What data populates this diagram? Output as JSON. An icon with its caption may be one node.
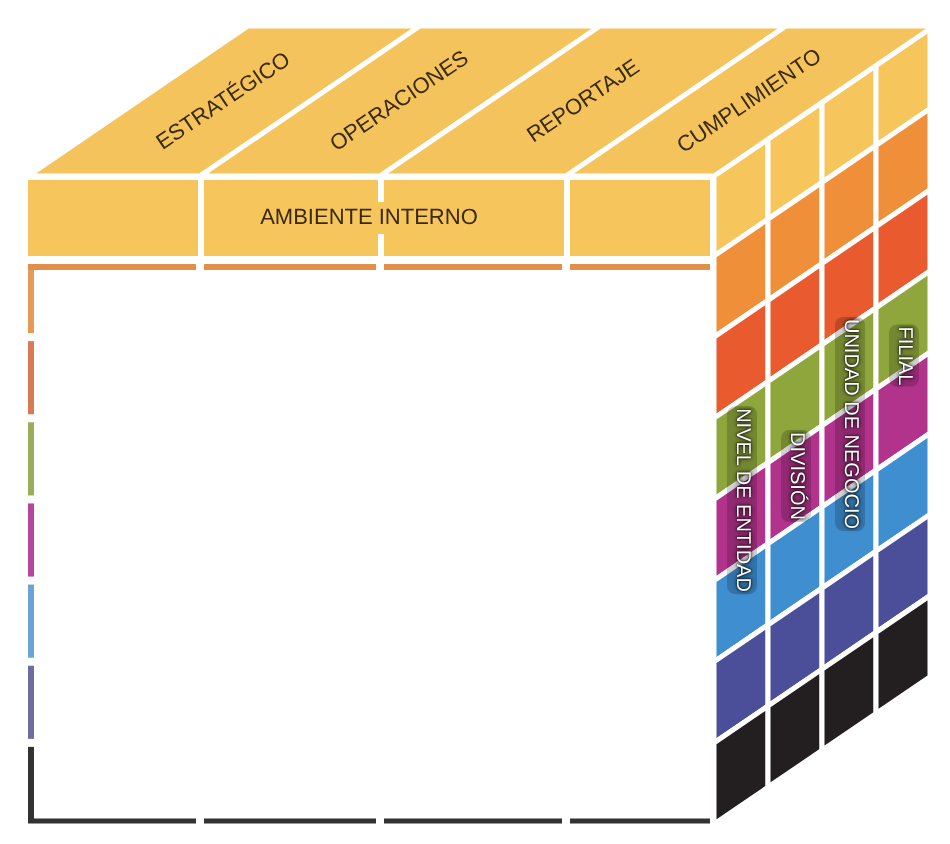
{
  "diagram": {
    "nodes": [
      {
        "text": [
          "ESTRATÉGICO"
        ]
      },
      {
        "text": [
          "OPERACIONES"
        ]
      },
      {
        "text": [
          "REPORTAJE"
        ]
      },
      {
        "text": [
          "CUMPLIMIENTO"
        ]
      },
      {
        "text": [
          "AMBIENTE INTERNO"
        ]
      },
      {
        "text": [
          "NIVEL DE ENTIDAD"
        ]
      },
      {
        "text": [
          "DIVISIÓN"
        ]
      },
      {
        "text": [
          "UNIDAD DE NEGOCIO"
        ]
      },
      {
        "text": [
          "FILIAL"
        ]
      }
    ]
  }
}
